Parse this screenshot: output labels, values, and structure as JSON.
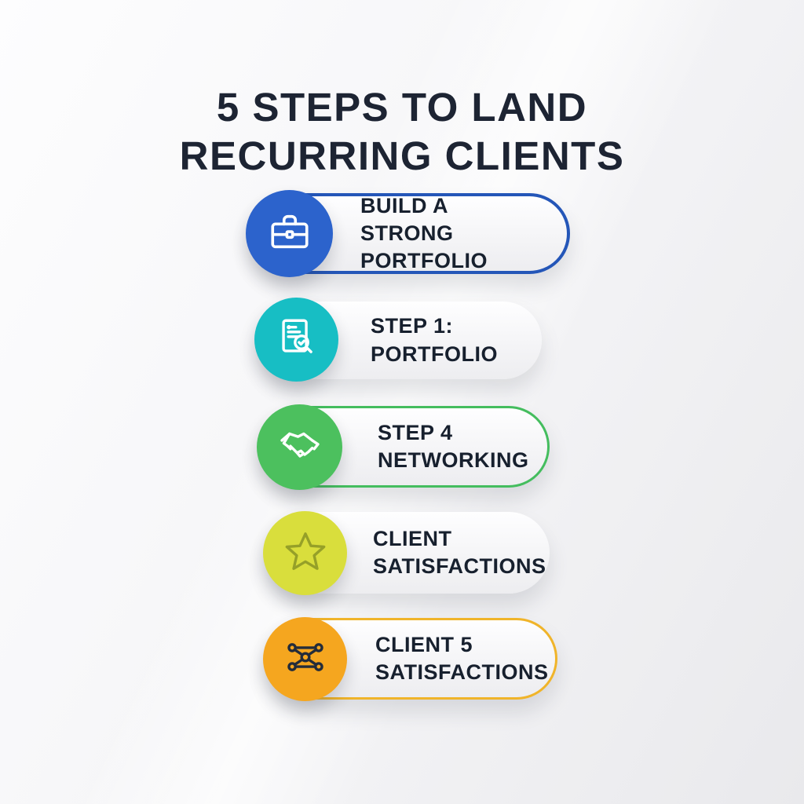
{
  "title": {
    "line1": "5 STEPS TO LAND",
    "line2": "RECURRING CLIENTS"
  },
  "colors": {
    "title_text": "#1d2433",
    "step_text": "#17202e",
    "background_start": "#fdfdfe",
    "background_end": "#e9e9ec"
  },
  "steps": [
    {
      "line1": "BUILD A",
      "line2": "STRONG PORTFOLIO",
      "icon": "briefcase-icon",
      "circle_color": "#2c63cc",
      "border_color": "#2456b8"
    },
    {
      "line1": "STEP 1:",
      "line2": "PORTFOLIO",
      "icon": "document-search-icon",
      "circle_color": "#17bec4",
      "border_color": ""
    },
    {
      "line1": "STEP 4",
      "line2": "NETWORKING",
      "icon": "handshake-icon",
      "circle_color": "#4cc05e",
      "border_color": "#44bd5e"
    },
    {
      "line1": "CLIENT",
      "line2": "SATISFACTIONS",
      "icon": "star-icon",
      "circle_color": "#d9de3c",
      "border_color": ""
    },
    {
      "line1": "CLIENT 5",
      "line2": "SATISFACTIONS",
      "icon": "network-icon",
      "circle_color": "#f5a61f",
      "border_color": "#f0b42a"
    }
  ]
}
